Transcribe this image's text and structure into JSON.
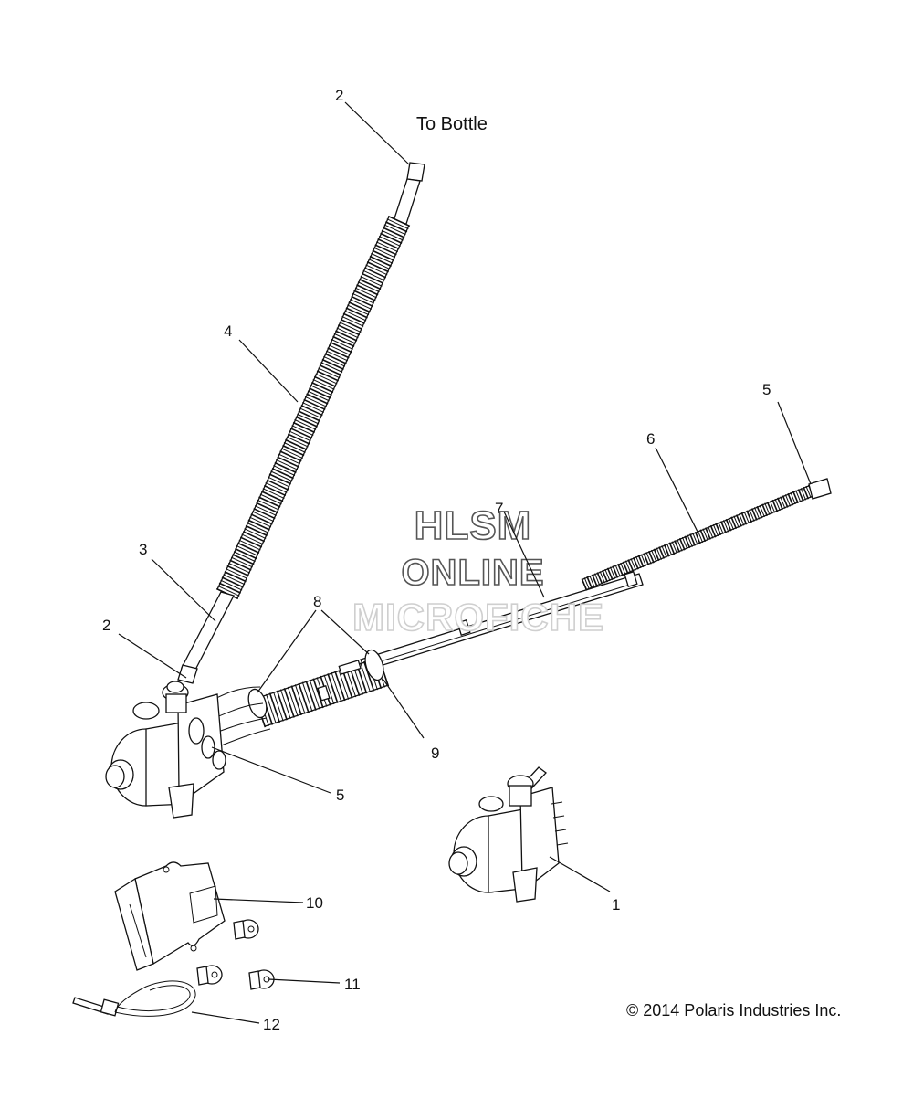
{
  "caption": "To Bottle",
  "copyright": "© 2014 Polaris Industries Inc.",
  "watermark": {
    "line1": "HLSM",
    "line2": "ONLINE",
    "line3": "MICROFICHE"
  },
  "callouts": {
    "c1": "1",
    "c2_top": "2",
    "c2_left": "2",
    "c3": "3",
    "c4": "4",
    "c5_right": "5",
    "c5_pump": "5",
    "c6": "6",
    "c7": "7",
    "c8": "8",
    "c9": "9",
    "c10": "10",
    "c11": "11",
    "c12": "12"
  }
}
